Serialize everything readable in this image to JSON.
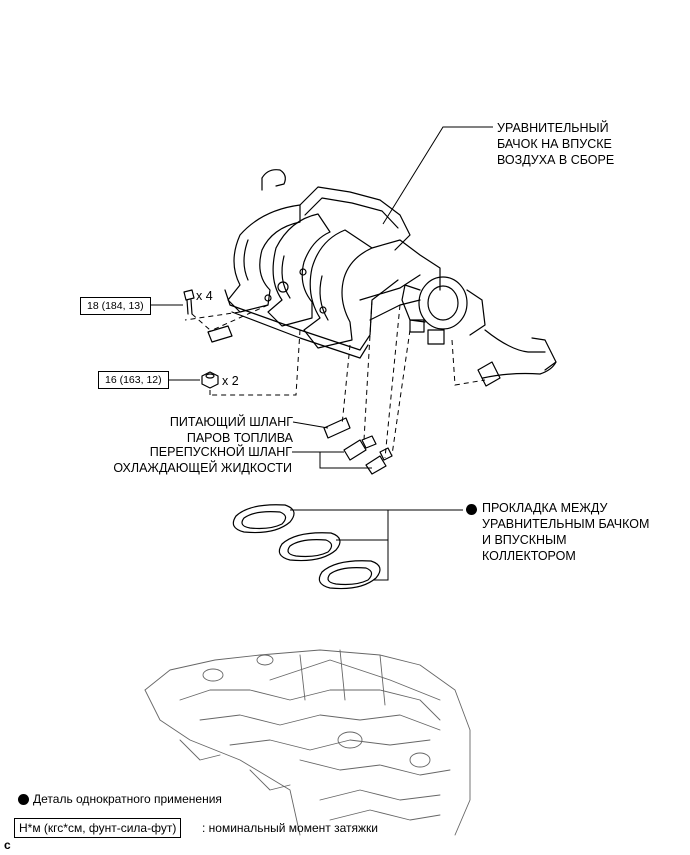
{
  "labels": {
    "plenum": "УРАВНИТЕЛЬНЫЙ\nБАЧОК НА ВПУСКЕ\nВОЗДУХА В СБОРЕ",
    "fuel_hose": "ПИТАЮЩИЙ ШЛАНГ\nПАРОВ ТОПЛИВА",
    "bypass_hose": "ПЕРЕПУСКНОЙ ШЛАНГ\nОХЛАЖДАЮЩЕЙ ЖИДКОСТИ",
    "gasket": "ПРОКЛАДКА МЕЖДУ\nУРАВНИТЕЛЬНЫМ БАЧКОМ\nИ ВПУСКНЫМ\nКОЛЛЕКТОРОМ"
  },
  "torques": {
    "bolt": "18 (184, 13)",
    "nut": "16 (163, 12)"
  },
  "quantities": {
    "bolt": "x 4",
    "nut": "x 2"
  },
  "legend": {
    "non_reusable": "Деталь однократного применения",
    "torque_key": "Н*м (кгс*см, фунт-сила-фут)",
    "torque_desc": ": номинальный момент затяжки"
  },
  "corner_mark": "c"
}
